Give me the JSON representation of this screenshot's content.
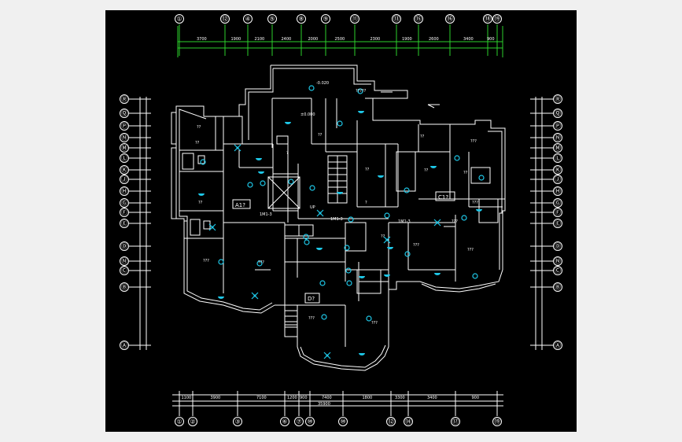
{
  "colors": {
    "background": "#000000",
    "page": "#f0f0f0",
    "lines": "#ffffff",
    "dimension_lines": "#2bd12b",
    "fixtures": "#1ec8e8"
  },
  "top_axes": [
    "①",
    "⑫",
    "④",
    "⑤",
    "⑧",
    "⑨",
    "⑪",
    "⑬",
    "⑮",
    "⑯",
    "⑱",
    "⑲"
  ],
  "top_dims": [
    "3700",
    "1900",
    "2100",
    "2400",
    "2000",
    "2500",
    "2300",
    "1900",
    "2600",
    "3400",
    "900"
  ],
  "bottom_axes": [
    "①",
    "②",
    "③",
    "⑥",
    "⑦",
    "⑩",
    "⑩",
    "⑫",
    "⑭",
    "⑰",
    "⑲"
  ],
  "bottom_dims": [
    "1100",
    "3900",
    "7100",
    "1200",
    "900",
    "7400",
    "1800",
    "3300",
    "3400",
    "900"
  ],
  "bottom_total": "35900",
  "left_axes": [
    "Ⓡ",
    "Ⓠ",
    "Ⓟ",
    "Ⓝ",
    "Ⓜ",
    "Ⓛ",
    "Ⓚ",
    "Ⓙ",
    "Ⓗ",
    "Ⓖ",
    "Ⓕ",
    "Ⓔ",
    "Ⓓ",
    "Ⓝ",
    "Ⓒ",
    "Ⓑ",
    "Ⓐ"
  ],
  "right_axes": [
    "Ⓡ",
    "Ⓠ",
    "Ⓟ",
    "Ⓝ",
    "Ⓜ",
    "Ⓛ",
    "Ⓚ",
    "Ⓙ",
    "Ⓗ",
    "Ⓖ",
    "Ⓕ",
    "Ⓔ",
    "Ⓓ",
    "Ⓝ",
    "Ⓒ",
    "Ⓑ",
    "Ⓐ"
  ],
  "unit_labels": {
    "a": "A1?",
    "c": "C1?",
    "d": "D?"
  },
  "level_labels": {
    "top": "-0.020",
    "center": "±0.000"
  },
  "room_labels": [
    "??",
    "??",
    "??",
    "???",
    "???",
    "???",
    "???",
    "??",
    "??",
    "??",
    "??",
    "???",
    "???",
    "???",
    "??",
    "??",
    "???",
    "???",
    "?????",
    "?",
    "?"
  ],
  "stair_labels": {
    "s1": "1M1-3",
    "s2": "1M1-3",
    "s3": "1M1-3",
    "up": "UP"
  }
}
